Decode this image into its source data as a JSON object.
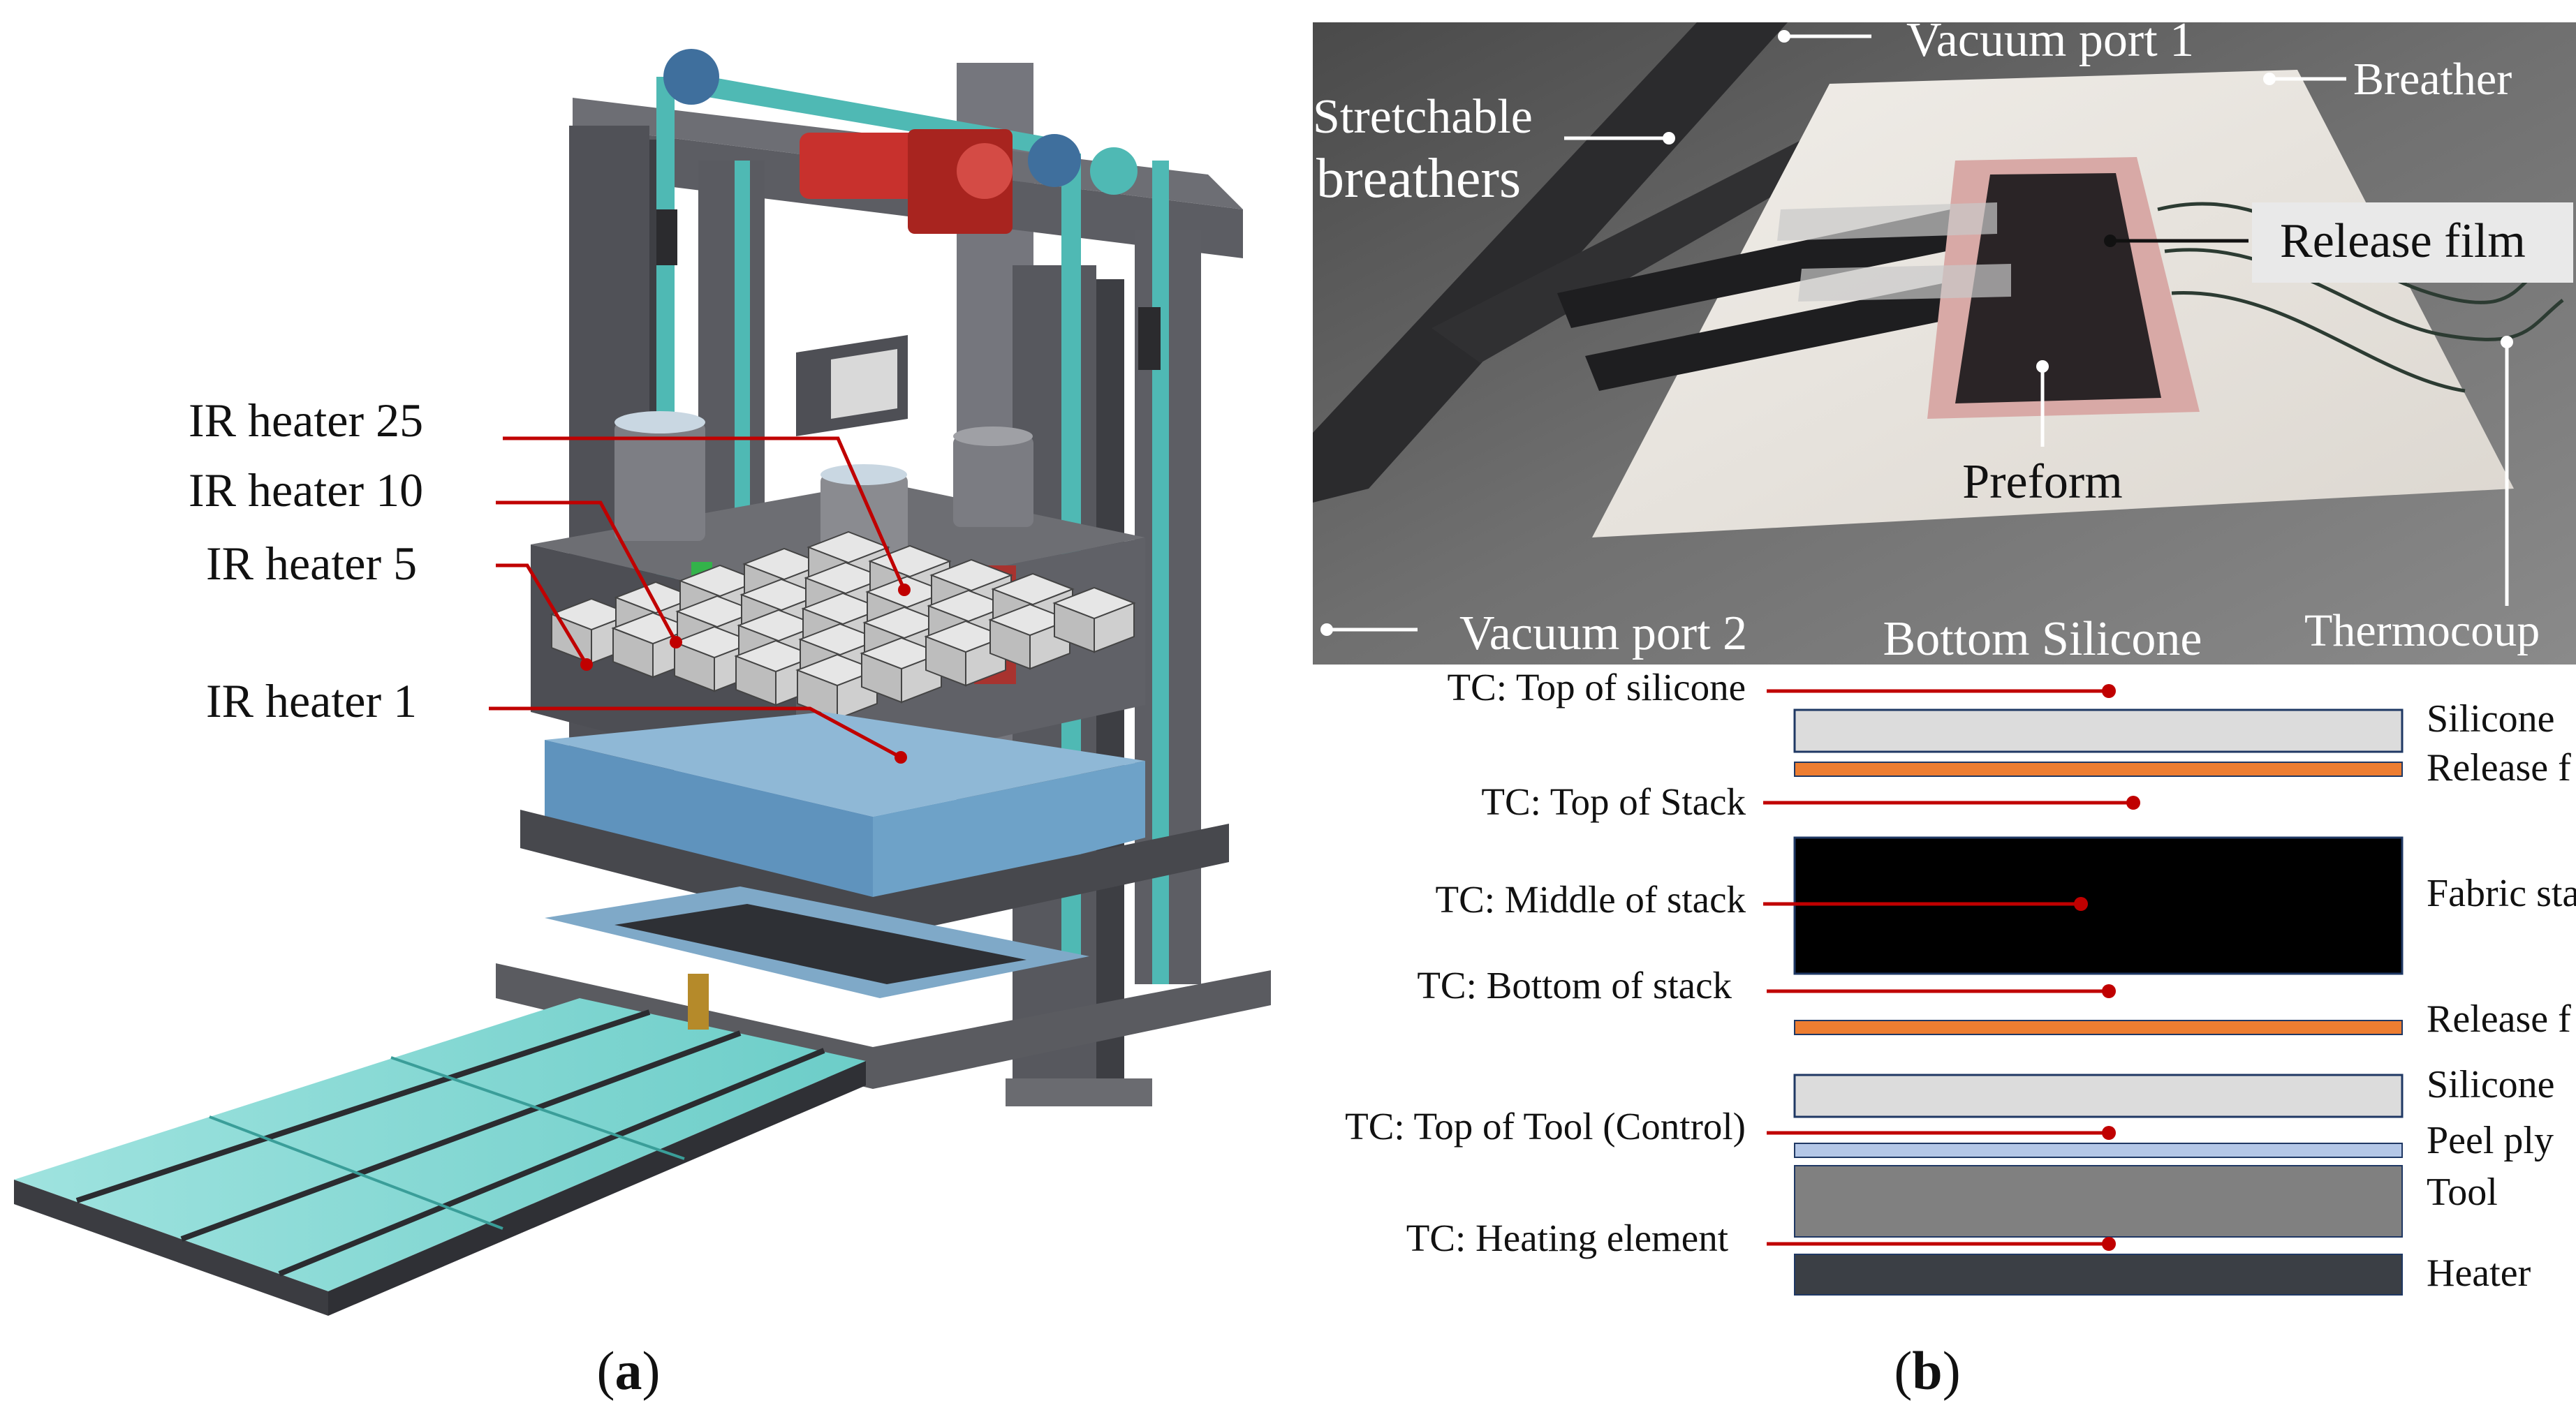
{
  "panel_a": {
    "caption": "(a)",
    "caption_parts": [
      "(",
      "a",
      ")"
    ],
    "heater_labels": [
      "IR heater 25",
      "IR heater 10",
      "IR heater 5",
      "IR heater 1"
    ],
    "colors": {
      "frame": "#55565c",
      "frame_dark": "#3a3b40",
      "belt": "#4fb9b4",
      "motor": "#c8312d",
      "bed": "#6fa3c9",
      "rail": "#7fd6d2",
      "heater_box": "#d8d8d8",
      "leader": "#c00000"
    }
  },
  "panel_b_photo": {
    "labels": {
      "vacuum_port_1": "Vacuum port 1",
      "breather": "Breather",
      "stretchable_1": "Stretchable",
      "stretchable_2": "breathers",
      "release_film": "Release film",
      "preform": "Preform",
      "vacuum_port_2": "Vacuum port 2",
      "bottom_silicone": "Bottom Silicone",
      "thermocouple": "Thermocoup"
    },
    "colors": {
      "background": "#6b6b6b",
      "breather_sheet": "#ece8e2",
      "preform": "#2a2426",
      "release_film": "#d8a9a6",
      "label_box": "#e9e9e9"
    }
  },
  "panel_b_stack": {
    "caption": "(b)",
    "caption_parts": [
      "(",
      "b",
      ")"
    ],
    "tc_labels": [
      "TC: Top of silicone",
      "TC: Top of Stack",
      "TC: Middle of stack",
      "TC: Bottom of stack",
      "TC: Top of Tool (Control)",
      "TC: Heating element"
    ],
    "layers": [
      {
        "name": "Silicone",
        "color": "#dcdcdc"
      },
      {
        "name": "Release f",
        "color": "#ed7d31"
      },
      {
        "name": "Fabric sta",
        "color": "#000000"
      },
      {
        "name": "Release f",
        "color": "#ed7d31"
      },
      {
        "name": "Silicone",
        "color": "#dcdcdc"
      },
      {
        "name": "Peel ply",
        "color": "#b4c7e7"
      },
      {
        "name": "Tool",
        "color": "#808080"
      },
      {
        "name": "Heater",
        "color": "#3b3f45"
      }
    ],
    "colors": {
      "leader": "#c00000",
      "layer_border": "#1f3864"
    }
  }
}
